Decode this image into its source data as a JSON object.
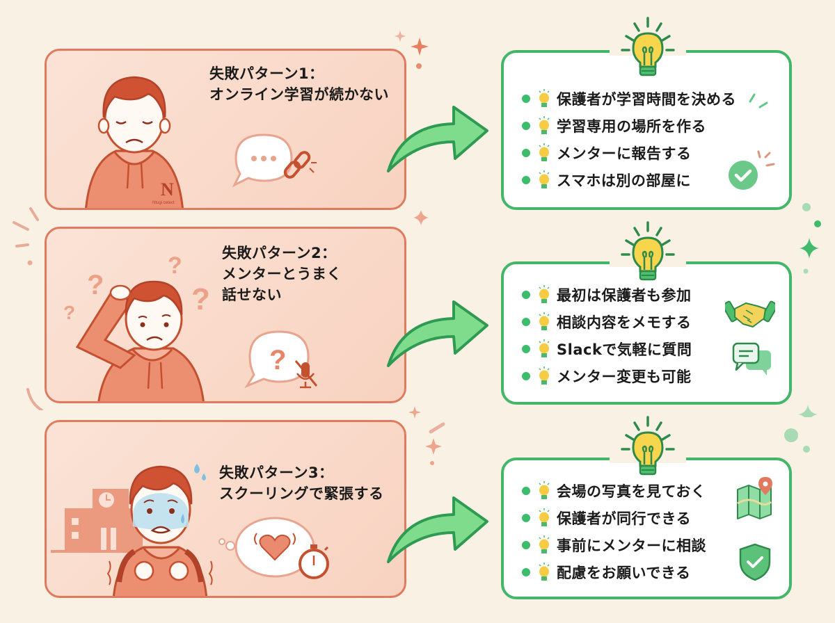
{
  "colors": {
    "background": "#f9f2e4",
    "fail_card_fill": "#f9d8c8",
    "fail_card_border": "#e07a5f",
    "solution_border": "#43b66a",
    "arrow_fill": "#7fdc8d",
    "arrow_stroke": "#2e9a52",
    "bullet": "#3cbd6b",
    "bulb_yellow": "#f7cc45"
  },
  "patterns": [
    {
      "title_line1": "失敗パターン1：",
      "title_line2": "オンライン学習が続かない",
      "title_line3": "",
      "illustration": "sad-student-with-broken-chat",
      "hoodie_logo": "N",
      "hoodie_text": "Ntugi cetect",
      "solutions": [
        "保護者が学習時間を決める",
        "学習専用の場所を作る",
        "メンターに報告する",
        "スマホは別の部屋に"
      ],
      "side_icons": [
        "check-circle-icon"
      ]
    },
    {
      "title_line1": "失敗パターン2：",
      "title_line2": "メンターとうまく",
      "title_line3": "話せない",
      "illustration": "confused-student-with-muted-mic",
      "solutions": [
        "最初は保護者も参加",
        "相談内容をメモする",
        "Slackで気軽に質問",
        "メンター変更も可能"
      ],
      "side_icons": [
        "handshake-icon",
        "chat-bubbles-icon"
      ]
    },
    {
      "title_line1": "失敗パターン3：",
      "title_line2": "スクーリングで緊張する",
      "title_line3": "",
      "illustration": "nervous-student-at-school",
      "solutions": [
        "会場の写真を見ておく",
        "保護者が同行できる",
        "事前にメンターに相談",
        "配慮をお願いできる"
      ],
      "side_icons": [
        "map-pin-icon",
        "shield-check-icon"
      ]
    }
  ]
}
